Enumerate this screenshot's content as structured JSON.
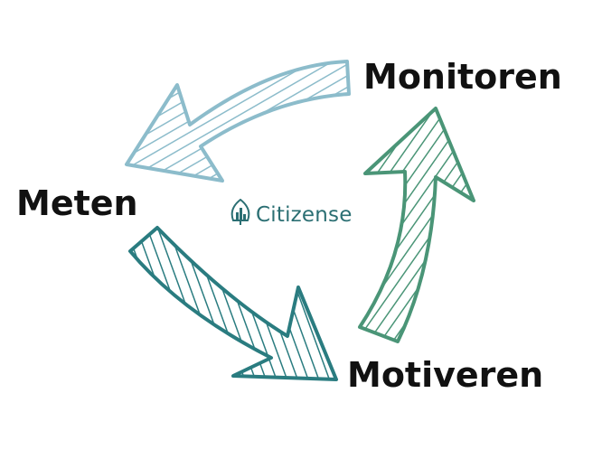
{
  "labels": {
    "monitoren": "Monitoren",
    "meten": "Meten",
    "motiveren": "Motiveren"
  },
  "logo": {
    "text": "Citizense",
    "icon": "leaf-city-icon"
  },
  "colors": {
    "arrow_monitoren_to_meten": "#8cbccb",
    "arrow_meten_to_motiveren": "#2a7c80",
    "arrow_motiveren_to_monitoren": "#4a9577",
    "logo_text": "#2b6f73",
    "label_text": "#111111"
  }
}
